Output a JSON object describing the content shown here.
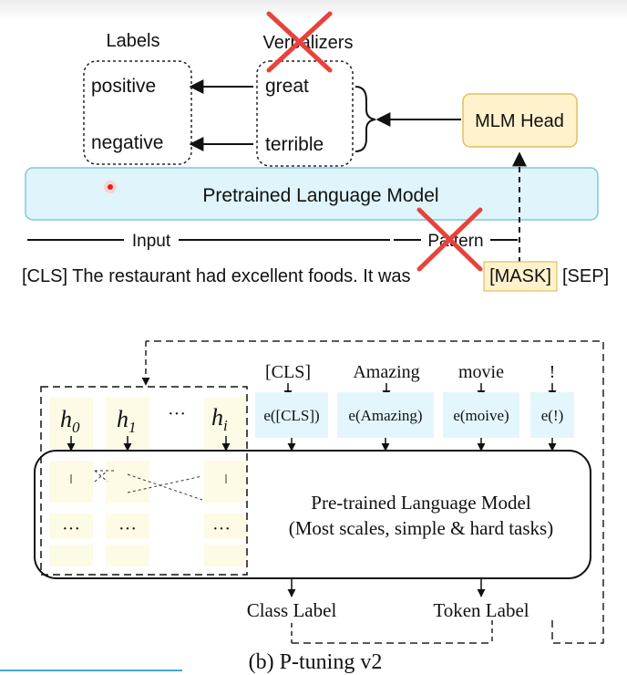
{
  "figure_a": {
    "labels_title": "Labels",
    "verbalizers_title": "Verbalizers",
    "labels": [
      "positive",
      "negative"
    ],
    "verbalizer_words": [
      "great",
      "terrible"
    ],
    "mlm_head": "MLM Head",
    "plm": "Pretrained Language Model",
    "input_label": "Input",
    "pattern_label": "Pattern",
    "sentence": "[CLS] The restaurant had excellent foods. It was",
    "mask": "[MASK]",
    "sep": "[SEP]",
    "colors": {
      "plm_fill": "#dff5fb",
      "plm_border": "#7ec8dc",
      "mlm_fill": "#fff2cc",
      "mlm_border": "#e0c060",
      "cross": "#e8423c"
    }
  },
  "figure_b": {
    "hidden_main": [
      "h",
      "h",
      "h"
    ],
    "hidden_sub": [
      "0",
      "1",
      "i"
    ],
    "dots": "···",
    "tokens": [
      "[CLS]",
      "Amazing",
      "movie",
      "!"
    ],
    "embeddings": [
      "e([CLS])",
      "e(Amazing)",
      "e(moive)",
      "e(!)"
    ],
    "plm_line1": "Pre-trained Language Model",
    "plm_line2": "(Most scales, simple & hard tasks)",
    "class_label": "Class Label",
    "token_label": "Token Label",
    "caption": "(b) P-tuning v2",
    "colors": {
      "emb_fill": "#e3f6fc",
      "prompt_fill": "#fdfbe6"
    }
  }
}
